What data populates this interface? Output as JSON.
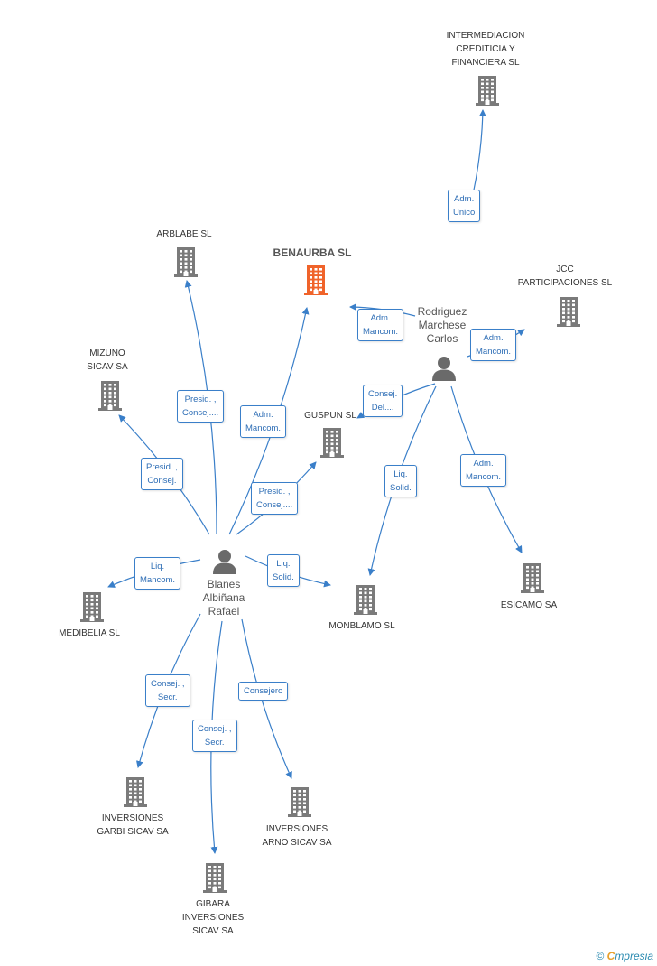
{
  "colors": {
    "edge": "#3a7fc9",
    "building": "#7a7a7a",
    "focus_building": "#f0632a",
    "person": "#6a6a6a"
  },
  "companies": [
    {
      "id": "benaurba",
      "label": "BENAURBA SL",
      "focus": true
    },
    {
      "id": "intermediacion",
      "label": "INTERMEDIACION\nCREDITICIA Y\nFINANCIERA SL"
    },
    {
      "id": "arblabe",
      "label": "ARBLABE SL"
    },
    {
      "id": "jcc",
      "label": "JCC\nPARTICIPACIONES SL"
    },
    {
      "id": "mizuno",
      "label": "MIZUNO\nSICAV SA"
    },
    {
      "id": "guspun",
      "label": "GUSPUN SL"
    },
    {
      "id": "medibelia",
      "label": "MEDIBELIA SL"
    },
    {
      "id": "monblamo",
      "label": "MONBLAMO SL"
    },
    {
      "id": "escicamo",
      "label": "ESICAMO SA"
    },
    {
      "id": "garbi",
      "label": "INVERSIONES\nGARBI SICAV SA"
    },
    {
      "id": "arno",
      "label": "INVERSIONES\nARNO SICAV SA"
    },
    {
      "id": "gibara",
      "label": "GIBARA\nINVERSIONES\nSICAV SA"
    }
  ],
  "people": [
    {
      "id": "rodriguez",
      "label": "Rodriguez\nMarchese\nCarlos"
    },
    {
      "id": "blanes",
      "label": "Blanes\nAlbiñana\nRafael"
    }
  ],
  "edges": [
    {
      "from": "rodriguez",
      "to": "intermediacion",
      "label": "Adm.\nUnico"
    },
    {
      "from": "rodriguez",
      "to": "benaurba",
      "label": "Adm.\nMancom."
    },
    {
      "from": "rodriguez",
      "to": "jcc",
      "label": "Adm.\nMancom."
    },
    {
      "from": "rodriguez",
      "to": "guspun",
      "label": "Consej.\nDel...."
    },
    {
      "from": "rodriguez",
      "to": "monblamo",
      "label": "Liq.\nSolid."
    },
    {
      "from": "rodriguez",
      "to": "escicamo",
      "label": "Adm.\nMancom."
    },
    {
      "from": "blanes",
      "to": "arblabe",
      "label": "Presid. ,\nConsej...."
    },
    {
      "from": "blanes",
      "to": "benaurba",
      "label": "Adm.\nMancom."
    },
    {
      "from": "blanes",
      "to": "mizuno",
      "label": "Presid. ,\nConsej."
    },
    {
      "from": "blanes",
      "to": "guspun",
      "label": "Presid. ,\nConsej...."
    },
    {
      "from": "blanes",
      "to": "medibelia",
      "label": "Liq.\nMancom."
    },
    {
      "from": "blanes",
      "to": "monblamo",
      "label": "Liq.\nSolid."
    },
    {
      "from": "blanes",
      "to": "garbi",
      "label": "Consej. ,\nSecr."
    },
    {
      "from": "blanes",
      "to": "gibara",
      "label": "Consej. ,\nSecr."
    },
    {
      "from": "blanes",
      "to": "arno",
      "label": "Consejero"
    }
  ],
  "watermark": {
    "copyright": "©",
    "brand_first": "C",
    "brand_rest": "mpresia"
  }
}
